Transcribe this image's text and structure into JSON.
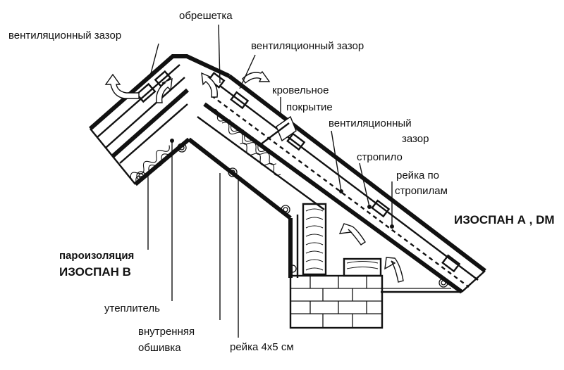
{
  "labels": {
    "ventilation_gap_left": "вентиляционный зазор",
    "battens": "обрешетка",
    "ventilation_gap_top": "вентиляционный зазор",
    "roof_covering_line1": "кровельное",
    "roof_covering_line2": "покрытие",
    "ventilation_gap_right_line1": "вентиляционный",
    "ventilation_gap_right_line2": "зазор",
    "rafter": "стропило",
    "rafter_batten_line1": "рейка по",
    "rafter_batten_line2": "стропилам",
    "izospan_a_dm": "ИЗОСПАН А , DM",
    "vapor_barrier_line1": "пароизоляция",
    "vapor_barrier_line2": "ИЗОСПАН  В",
    "insulation": "утеплитель",
    "inner_lining_line1": "внутренняя",
    "inner_lining_line2": "обшивка",
    "batten_4x5": "рейка 4х5 см"
  },
  "colors": {
    "ink": "#111111",
    "background": "#ffffff"
  }
}
